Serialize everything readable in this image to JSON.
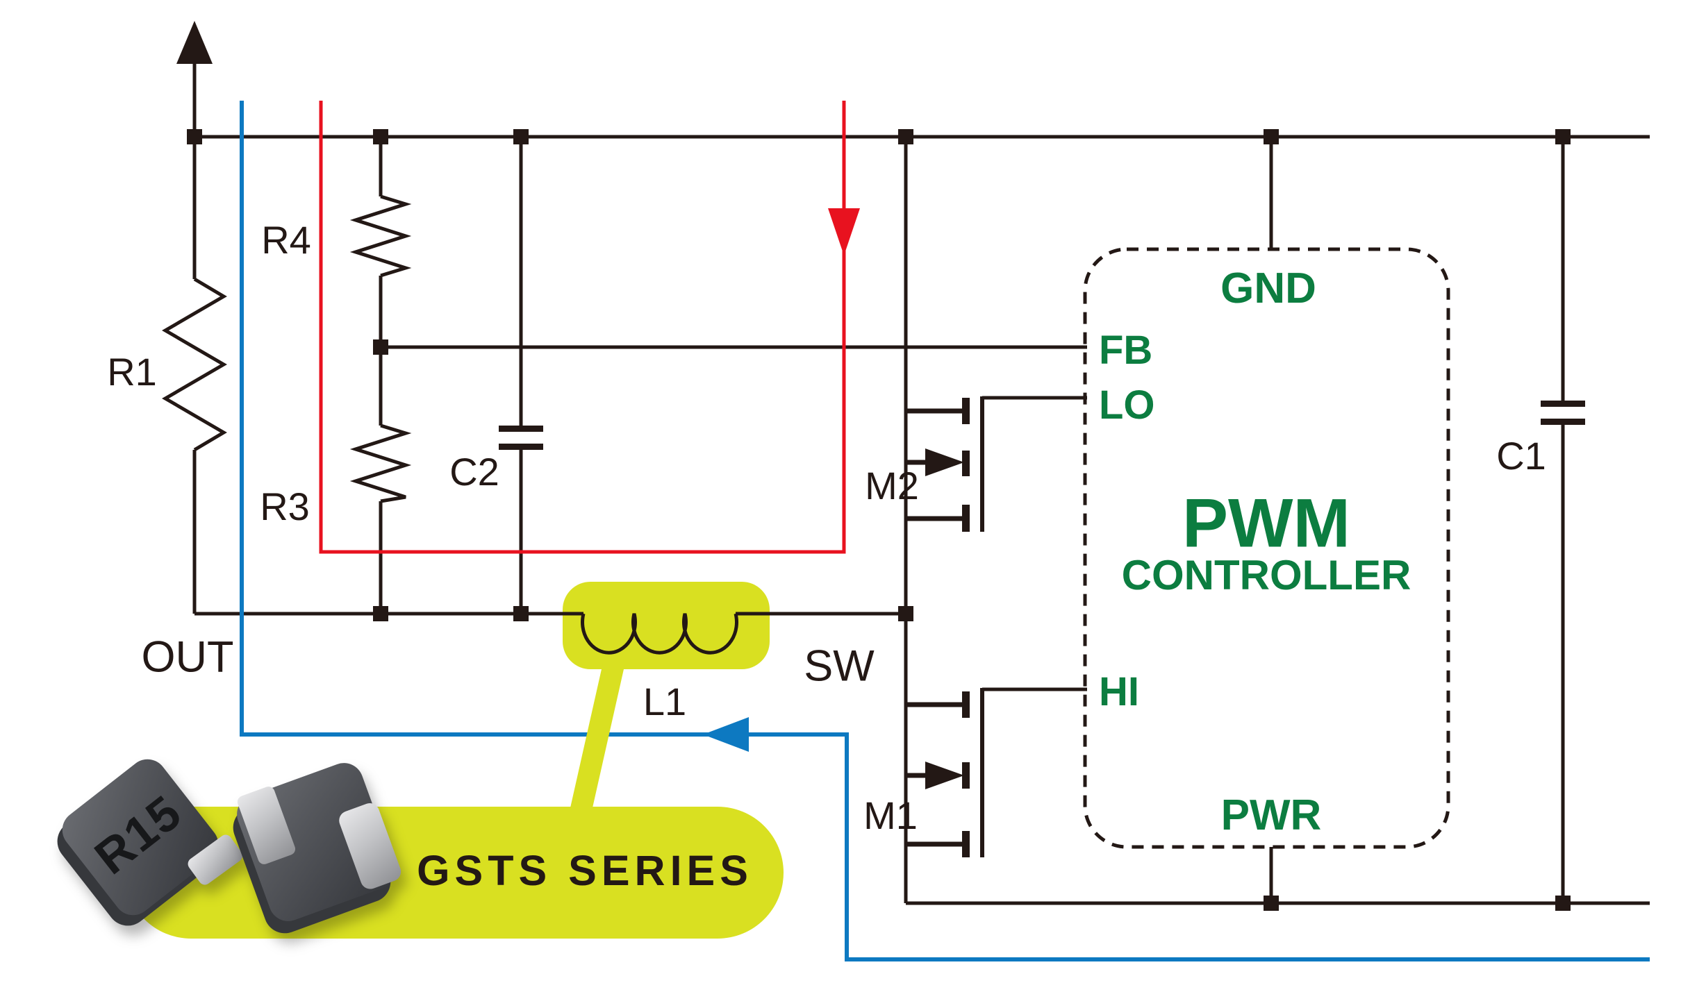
{
  "diagram": {
    "type": "buck-converter-schematic",
    "controller": {
      "title_line1": "PWM",
      "title_line2": "CONTROLLER",
      "pins": {
        "gnd": "GND",
        "fb": "FB",
        "lo": "LO",
        "hi": "HI",
        "pwr": "PWR"
      }
    },
    "components": {
      "r1": "R1",
      "r4": "R4",
      "r3": "R3",
      "c2": "C2",
      "c1": "C1",
      "l1": "L1",
      "m2": "M2",
      "m1": "M1"
    },
    "nets": {
      "out": "OUT",
      "sw": "SW"
    },
    "callout": {
      "series": "GSTS SERIES",
      "part_marking": "R15"
    },
    "colors": {
      "wire": "#231815",
      "red": "#e8121f",
      "blue": "#0d79c1",
      "green": "#0c7d40",
      "highlight": "#d9e021",
      "chip-body": "#4b4d52",
      "chip-dark": "#36383c",
      "terminal": "#c9c9c9",
      "bg": "#ffffff"
    }
  }
}
